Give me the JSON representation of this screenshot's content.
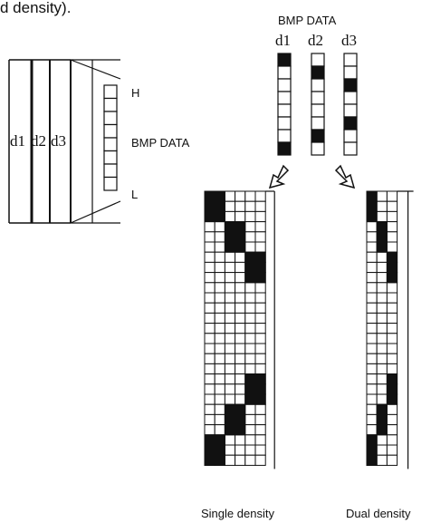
{
  "heading_fragment": "d density).",
  "left_panel": {
    "columns": [
      "d1",
      "d2",
      "d3"
    ],
    "bits": 8,
    "label_high": "H",
    "label_data": "BMP DATA",
    "label_low": "L"
  },
  "top_panel": {
    "title": "BMP DATA",
    "columns": [
      {
        "name": "d1",
        "bits": [
          1,
          0,
          0,
          0,
          0,
          0,
          0,
          1
        ]
      },
      {
        "name": "d2",
        "bits": [
          0,
          1,
          0,
          0,
          0,
          0,
          1,
          0
        ]
      },
      {
        "name": "d3",
        "bits": [
          0,
          0,
          1,
          0,
          0,
          1,
          0,
          0
        ]
      }
    ]
  },
  "single_density": {
    "caption": "Single density",
    "columns": 6,
    "blocks": [
      {
        "col_start": 0,
        "col_end": 2,
        "row_start": 0,
        "row_end": 3
      },
      {
        "col_start": 2,
        "col_end": 4,
        "row_start": 3,
        "row_end": 6
      },
      {
        "col_start": 4,
        "col_end": 6,
        "row_start": 6,
        "row_end": 9
      },
      {
        "col_start": 4,
        "col_end": 6,
        "row_start": 18,
        "row_end": 21
      },
      {
        "col_start": 2,
        "col_end": 4,
        "row_start": 21,
        "row_end": 24
      },
      {
        "col_start": 0,
        "col_end": 2,
        "row_start": 24,
        "row_end": 27
      }
    ]
  },
  "dual_density": {
    "caption": "Dual density",
    "columns": 3,
    "blocks": [
      {
        "col": 0,
        "row_start": 0,
        "row_end": 3
      },
      {
        "col": 1,
        "row_start": 3,
        "row_end": 6
      },
      {
        "col": 2,
        "row_start": 6,
        "row_end": 9
      },
      {
        "col": 2,
        "row_start": 18,
        "row_end": 21
      },
      {
        "col": 1,
        "row_start": 21,
        "row_end": 24
      },
      {
        "col": 0,
        "row_start": 24,
        "row_end": 27
      }
    ]
  }
}
